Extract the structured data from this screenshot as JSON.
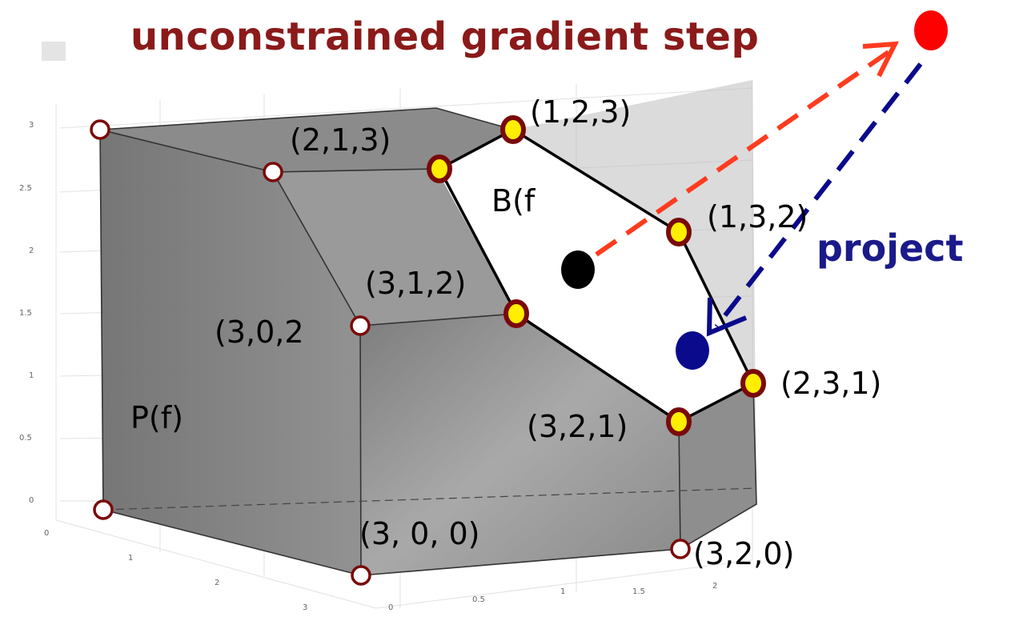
{
  "colors": {
    "gradient_arrow": "#ff3b1f",
    "project_arrow": "#0a0a8c",
    "title": "#8b1a1a",
    "project_label": "#1a1a8a",
    "vertex_ring": "#7a0a0a",
    "vertex_fill_yellow": "#ffee00",
    "polytope_face": "#8f8f8f",
    "base_polytope_face": "#ffffff",
    "start_point": "#000000",
    "projected_point": "#0a0a8c",
    "target_point": "#ff0000"
  },
  "title": "unconstrained gradient step",
  "project_label": "project",
  "region_labels": {
    "polymatroid": "P(f)",
    "base_polytope": "B(f"
  },
  "vertex_labels": {
    "v123": "(1,2,3)",
    "v213": "(2,1,3)",
    "v132": "(1,3,2)",
    "v312": "(3,1,2)",
    "v302": "(3,0,2",
    "v231": "(2,3,1)",
    "v321": "(3,2,1)",
    "v300": "(3, 0, 0)",
    "v320": "(3,2,0)"
  },
  "axis_ticks": {
    "z": [
      "3",
      "2.5",
      "2",
      "1.5",
      "1",
      "0.5",
      "0"
    ],
    "x": [
      "0",
      "1",
      "2",
      "3"
    ],
    "y": [
      "0",
      "0.5",
      "1",
      "1.5",
      "2"
    ]
  }
}
